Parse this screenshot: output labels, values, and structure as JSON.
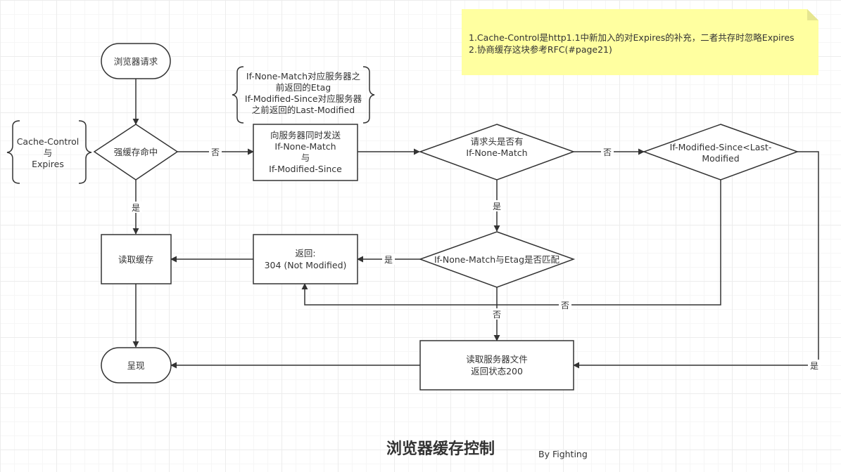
{
  "nodes": {
    "browser_request": "浏览器请求",
    "strong_cache_hit": "强缓存命中",
    "send_headers": [
      "向服务器同时发送",
      "If-None-Match",
      "与",
      "If-Modified-Since"
    ],
    "has_if_none_match": [
      "请求头是否有",
      "If-None-Match"
    ],
    "modified_since_compare": [
      "If-Modified-Since<Last-",
      "Modified"
    ],
    "read_cache": "读取缓存",
    "return_304": [
      "返回:",
      "304 (Not Modified)"
    ],
    "etag_match": "If-None-Match与Etag是否匹配",
    "render": "呈现",
    "read_server_file": [
      "读取服务器文件",
      "返回状态200"
    ]
  },
  "annotations": {
    "cache_headers": [
      "Cache-Control",
      "与",
      "Expires"
    ],
    "conditional_headers": [
      "If-None-Match对应服务器之",
      "前返回的Etag",
      "If-Modified-Since对应服务器",
      "之前返回的Last-Modified"
    ]
  },
  "edge_labels": {
    "yes": "是",
    "no": "否"
  },
  "note": {
    "lines": [
      "1.Cache-Control是http1.1中新加入的对Expires的补充，二者共存时忽略Expires",
      "2.协商缓存这块参考RFC(#page21)"
    ],
    "color": "#ffffa0"
  },
  "title": "浏览器缓存控制",
  "byline": "By Fighting"
}
